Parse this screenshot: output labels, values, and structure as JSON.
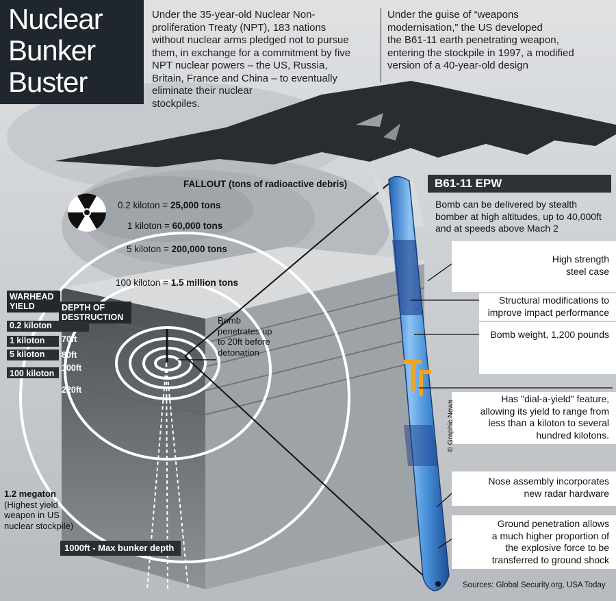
{
  "title": {
    "line1": "Nuclear",
    "line2": "Bunker",
    "line3": "Buster"
  },
  "intro_left": [
    "Under the 35-year-old Nuclear Non-",
    "proliferation Treaty (NPT), 183 nations",
    "without nuclear arms pledged not to pursue",
    "them, in exchange for a commitment by five",
    "NPT nuclear powers – the US, Russia,",
    "Britain, France and China – to eventually",
    "eliminate their nuclear",
    "stockpiles."
  ],
  "intro_right": [
    "Under the guise of “weapons",
    "modernisation,” the US developed",
    "the B61-11 earth penetrating weapon,",
    "entering the stockpile in 1997, a modified",
    "version of a 40-year-old design"
  ],
  "fallout": {
    "title": "FALLOUT",
    "subtitle": " (tons of radioactive debris)",
    "items": [
      {
        "yield": "0.2 kiloton = ",
        "amount": "25,000 tons"
      },
      {
        "yield": "1 kiloton = ",
        "amount": "60,000 tons"
      },
      {
        "yield": "5 kiloton = ",
        "amount": "200,000 tons"
      },
      {
        "yield": "100 kiloton = ",
        "amount": "1.5 million tons"
      }
    ]
  },
  "yield_table": {
    "col1": [
      "WARHEAD",
      "YIELD"
    ],
    "col2": [
      "DEPTH OF",
      "DESTRUCTION"
    ],
    "rows": [
      {
        "yield": "0.2 kiloton",
        "depth": "70ft"
      },
      {
        "yield": "1 kiloton",
        "depth": "80ft"
      },
      {
        "yield": "5 kiloton",
        "depth": "100ft"
      },
      {
        "yield": "100 kiloton",
        "depth": "220ft"
      }
    ]
  },
  "bomb_note": [
    "Bomb",
    "penetrates up",
    "to 20ft before",
    "detonation"
  ],
  "megaton": {
    "bold": "1.2 megaton",
    "lines": [
      "(Highest yield",
      "weapon in US",
      "nuclear stockpile)"
    ]
  },
  "max_depth": "1000ft - Max bunker depth",
  "b61": {
    "heading": "B61-11 EPW",
    "desc": [
      "Bomb can be delivered by stealth",
      "bomber at high altitudes, up to 40,000ft",
      "and at speeds above Mach 2"
    ],
    "callouts": [
      [
        "High strength",
        "steel case"
      ],
      [
        "Structural modifications to",
        "improve impact performance"
      ],
      [
        "Bomb weight, 1,200 pounds"
      ],
      [
        "Has \"dial-a-yield\" feature,",
        "allowing its yield to range from",
        "less than a kiloton to several",
        "hundred kilotons."
      ],
      [
        "Nose assembly incorporates",
        "new radar hardware"
      ],
      [
        "Ground penetration allows",
        "a much higher proportion of",
        "the explosive force to be",
        "transferred to ground shock"
      ]
    ]
  },
  "credit": "© Graphic News",
  "source": "Sources: Global Security.org, USA Today",
  "colors": {
    "title_bg": "#1f262d",
    "bomb_blue": "#3a7fd0",
    "dial_orange": "#f2a51d"
  }
}
